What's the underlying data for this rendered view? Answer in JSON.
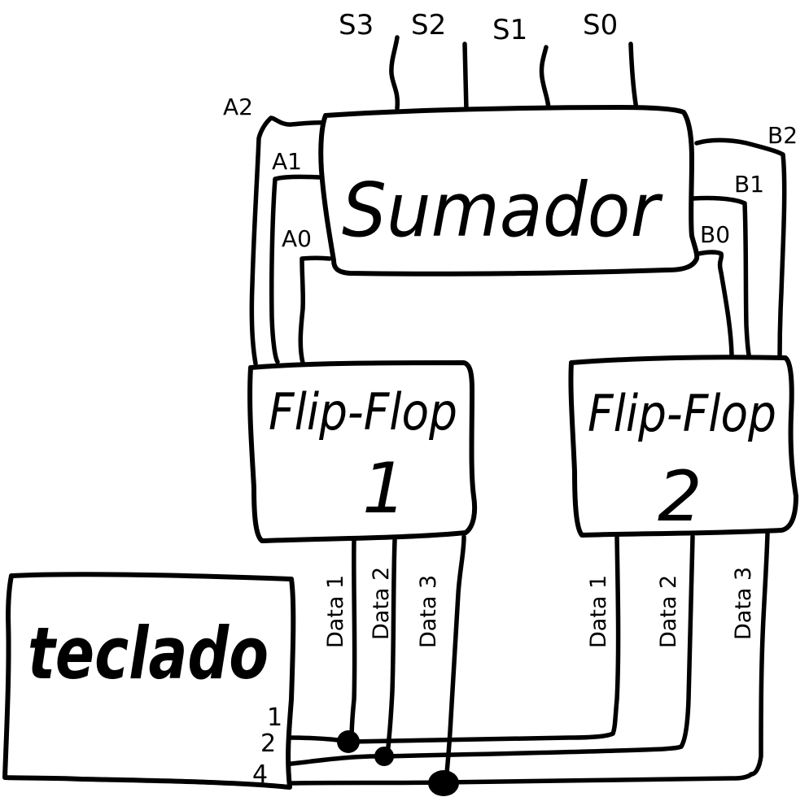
{
  "diagram": {
    "type": "hand-drawn block diagram",
    "background": "#ffffff",
    "ink_color": "#000000",
    "blocks": {
      "adder": {
        "label": "Sumador"
      },
      "flipflop1": {
        "label": "Flip-Flop",
        "number": "1"
      },
      "flipflop2": {
        "label": "Flip-Flop",
        "number": "2"
      },
      "keyboard": {
        "label": "teclado"
      }
    },
    "outputs": [
      "S3",
      "S2",
      "S1",
      "S0"
    ],
    "a_inputs": [
      "A2",
      "A1",
      "A0"
    ],
    "b_inputs": [
      "B2",
      "B1",
      "B0"
    ],
    "ff1_data": [
      "Data 1",
      "Data 2",
      "Data 3"
    ],
    "ff2_data": [
      "Data 1",
      "Data 2",
      "Data 3"
    ],
    "keyboard_pins": [
      "1",
      "2",
      "4"
    ],
    "connections": [
      {
        "from": "adder.A2",
        "to": "flipflop1"
      },
      {
        "from": "adder.A1",
        "to": "flipflop1"
      },
      {
        "from": "adder.A0",
        "to": "flipflop1"
      },
      {
        "from": "adder.B2",
        "to": "flipflop2"
      },
      {
        "from": "adder.B1",
        "to": "flipflop2"
      },
      {
        "from": "adder.B0",
        "to": "flipflop2"
      },
      {
        "from": "keyboard.1",
        "to": "flipflop1.Data 1, flipflop2.Data 1"
      },
      {
        "from": "keyboard.2",
        "to": "flipflop1.Data 2, flipflop2.Data 2"
      },
      {
        "from": "keyboard.4",
        "to": "flipflop1.Data 3, flipflop2.Data 3"
      }
    ]
  }
}
